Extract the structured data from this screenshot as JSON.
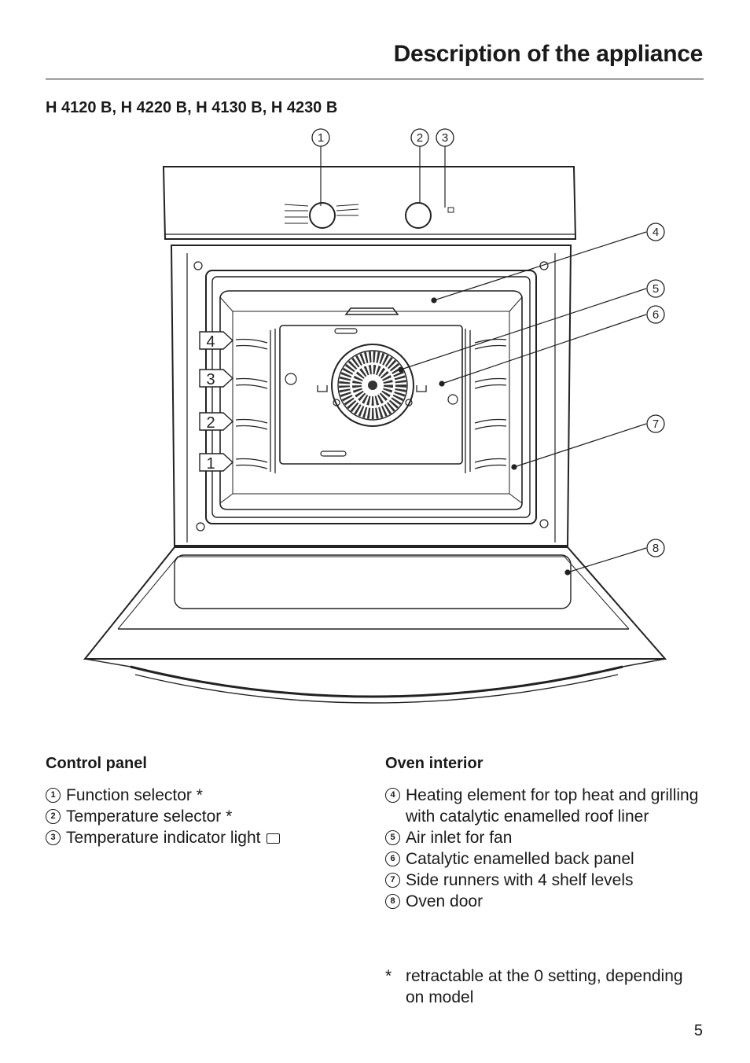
{
  "header": {
    "title": "Description of the appliance"
  },
  "models": "H 4120 B, H 4220 B, H 4130 B, H 4230 B",
  "diagram": {
    "callouts": [
      "1",
      "2",
      "3",
      "4",
      "5",
      "6",
      "7",
      "8"
    ],
    "shelf_levels": [
      "4",
      "3",
      "2",
      "1"
    ]
  },
  "control_panel": {
    "heading": "Control panel",
    "items": [
      {
        "num": "1",
        "text": "Function selector *"
      },
      {
        "num": "2",
        "text": "Temperature selector *"
      },
      {
        "num": "3",
        "text": "Temperature indicator light"
      }
    ]
  },
  "oven_interior": {
    "heading": "Oven interior",
    "items": [
      {
        "num": "4",
        "text": "Heating element for top heat and grilling with catalytic enamelled roof liner"
      },
      {
        "num": "5",
        "text": "Air inlet for fan"
      },
      {
        "num": "6",
        "text": "Catalytic enamelled back panel"
      },
      {
        "num": "7",
        "text": "Side runners with 4 shelf levels"
      },
      {
        "num": "8",
        "text": "Oven door"
      }
    ]
  },
  "footnote": {
    "marker": "*",
    "text": "retractable at the 0 setting, depending on model"
  },
  "page_number": "5"
}
